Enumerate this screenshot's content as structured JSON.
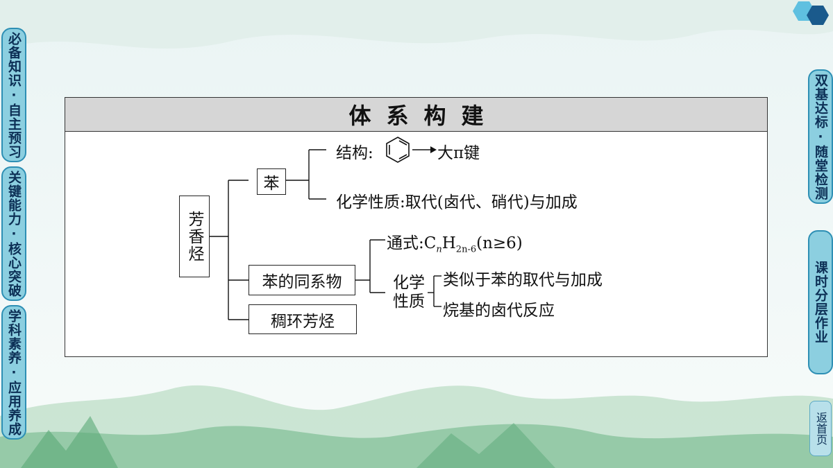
{
  "left_nav": {
    "items": [
      {
        "label": "必备知识·自主预习"
      },
      {
        "label": "关键能力·核心突破"
      },
      {
        "label": "学科素养·应用养成"
      }
    ]
  },
  "right_nav": {
    "items": [
      {
        "label": "双基达标·随堂检测"
      },
      {
        "label": "课时分层作业"
      }
    ],
    "home_label": "返首页"
  },
  "diagram": {
    "title": "体系构建",
    "root": "芳香烃",
    "benzene": {
      "label": "苯",
      "structure_prefix": "结构:",
      "structure_suffix": "大π键",
      "property": "化学性质:取代(卤代、硝代)与加成"
    },
    "homologs": {
      "label": "苯的同系物",
      "formula_prefix": "通式:C",
      "formula_n": "n",
      "formula_H": "H",
      "formula_sub": "2n-6",
      "formula_cond": "(n≥6)",
      "chem_label": "化学性质",
      "chem_items": [
        "类似于苯的取代与加成",
        "烷基的卤代反应"
      ]
    },
    "fused": {
      "label": "稠环芳烃"
    }
  },
  "colors": {
    "nav_fill": "#8ccfe0",
    "nav_border": "#2d8fb4",
    "header_gray": "#d6d6d6"
  }
}
